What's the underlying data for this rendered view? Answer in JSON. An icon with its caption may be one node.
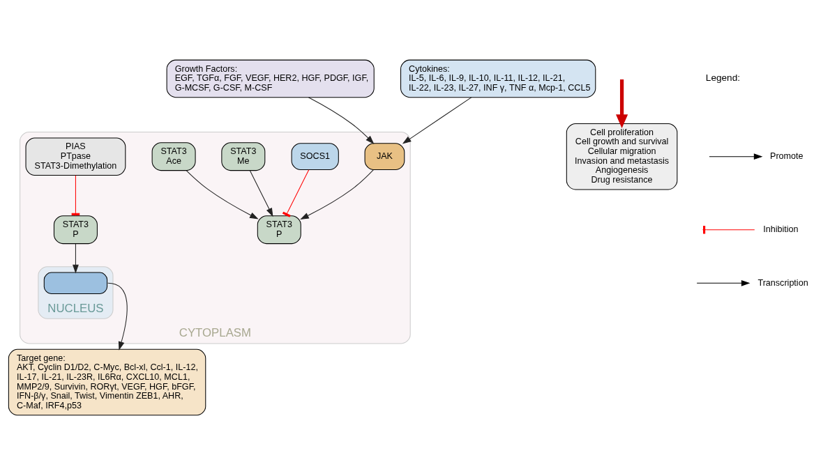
{
  "diagram": {
    "nodes": [
      {
        "text": [
          "Growth Factors:",
          "EGF, TGFα, FGF, VEGF, HER2, HGF, PDGF, IGF, G-MCSF, G-CSF, M-CSF"
        ]
      },
      {
        "text": [
          "Cytokines:",
          "IL-5, IL-6, IL-9, IL-10, IL-11, IL-12, IL-21, IL-22, IL-23, IL-27, INF γ, TNF α, Mcp-1, CCL5"
        ]
      },
      {
        "text": [
          "CYTOPLASM"
        ]
      },
      {
        "text": [
          "JAK"
        ],
        "in": 2
      },
      {
        "text": [
          "SOCS1"
        ],
        "in": 2
      },
      {
        "text": [
          "STAT3",
          "Me"
        ],
        "in": 2
      },
      {
        "text": [
          "STAT3",
          "Ace"
        ],
        "in": 2
      },
      {
        "text": [
          "STAT3",
          "P"
        ],
        "in": 2
      },
      {
        "text": [
          "STAT3",
          "P"
        ],
        "in": 2
      },
      {
        "text": [
          "PIAS",
          "PTpase",
          "STAT3-Dimethylation"
        ],
        "in": 2
      },
      {
        "text": [
          "NUCLEUS"
        ],
        "in": 2
      },
      {
        "text": [],
        "shape": "box",
        "in": 10
      },
      {
        "text": [
          "Target gene:",
          "AKT, Cyclin D1/D2, C-Myc, Bcl-xl, Ccl-1, IL-12, IL-17, IL-21, IL-23R, IL6Rα, CXCL10, MCL1, MMP2/9, Survivin, RORγt, VEGF, HGF, bFGF, IFN-β/γ, Snail, Twist, Vimentin ZEB1, AHR, C-Maf, IRF4,p53"
        ]
      },
      {
        "text": [
          "Cell proliferation",
          "Cell growth and survival",
          "Cellular migration",
          "Invasion and metastasis",
          "Angiogenesis",
          "Drug resistance"
        ]
      }
    ],
    "edges": [
      {
        "from": 0,
        "to": 3,
        "arrow": "to"
      },
      {
        "from": 1,
        "to": 3,
        "arrow": "to"
      },
      {
        "from": 3,
        "to": 7,
        "arrow": "to"
      },
      {
        "from": 4,
        "to": 7,
        "arrow": "other",
        "color": "#ff0000"
      },
      {
        "from": 5,
        "to": 7,
        "arrow": "to"
      },
      {
        "from": 6,
        "to": 7,
        "arrow": "to"
      },
      {
        "from": 9,
        "to": 8,
        "arrow": "other",
        "color": "#ff0000"
      },
      {
        "from": 8,
        "to": 11,
        "arrow": "to"
      },
      {
        "from": 11,
        "to": 12,
        "arrow": "to"
      },
      {
        "from": null,
        "to": 13,
        "arrow": "to",
        "style": "thick",
        "color": "#cc0000"
      }
    ],
    "labels": [
      "Legend:"
    ],
    "legend": [
      {
        "text": "Promote"
      },
      {
        "text": "Inhibition"
      },
      {
        "text": "Transcription"
      }
    ]
  }
}
